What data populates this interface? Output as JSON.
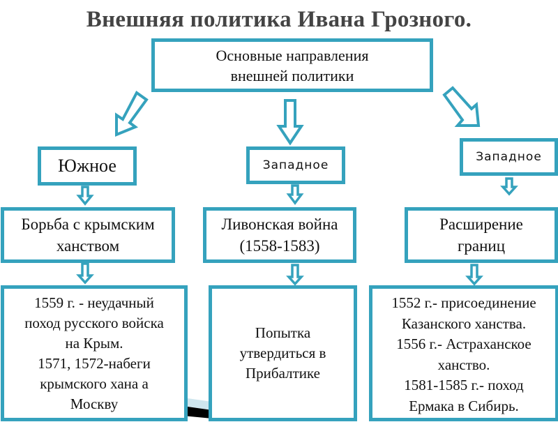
{
  "title": "Внешняя политика Ивана Грозного.",
  "colors": {
    "accent": "#35a2bd",
    "title": "#444444",
    "text": "#111111"
  },
  "root": {
    "lines": [
      "Основные направления",
      "внешней политики"
    ]
  },
  "directions": [
    {
      "label": "Южное",
      "topic": {
        "lines": [
          "Борьба с крымским",
          "ханством"
        ]
      },
      "details": {
        "lines": [
          "1559 г. - неудачный",
          "поход русского войска",
          "на Крым.",
          "1571, 1572-набеги",
          "крымского хана а",
          "Москву"
        ]
      }
    },
    {
      "label": "Западное",
      "topic": {
        "lines": [
          "Ливонская война",
          "(1558-1583)"
        ]
      },
      "details": {
        "lines": [
          "Попытка",
          "утвердиться в",
          "Прибалтике"
        ]
      }
    },
    {
      "label": "Западное",
      "topic": {
        "lines": [
          "Расширение",
          "границ"
        ]
      },
      "details": {
        "lines": [
          "1552 г.- присоединение",
          "Казанского ханства.",
          "1556 г.- Астраханское",
          "ханство.",
          "1581-1585 г.- поход",
          "Ермака в Сибирь."
        ]
      }
    }
  ],
  "icons": {
    "arrow": "hollow-arrow-icon"
  }
}
